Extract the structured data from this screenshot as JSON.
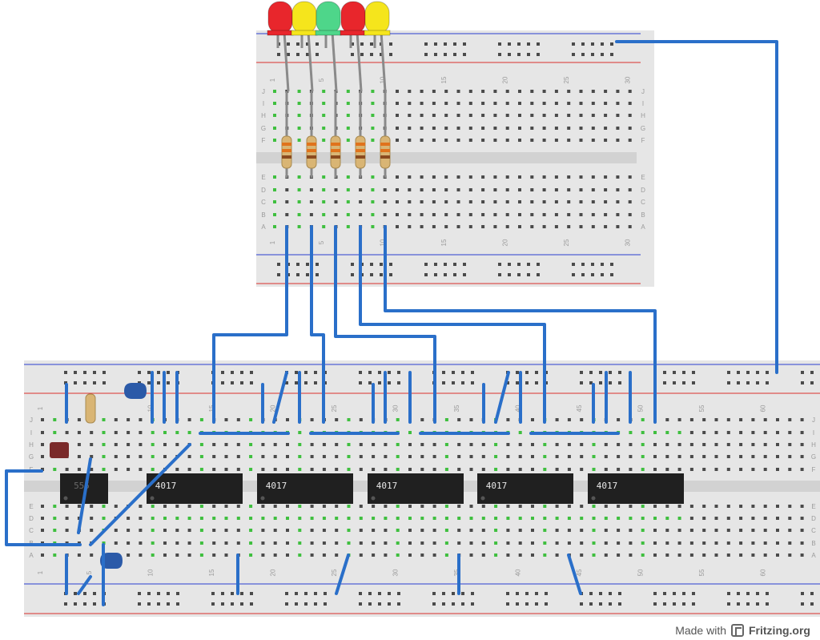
{
  "top_breadboard": {
    "row_letters": [
      "J",
      "I",
      "H",
      "G",
      "F",
      "E",
      "D",
      "C",
      "B",
      "A"
    ],
    "column_numbers": [
      "1",
      "5",
      "10",
      "15",
      "20",
      "25",
      "30"
    ]
  },
  "bottom_breadboard": {
    "row_letters": [
      "J",
      "I",
      "H",
      "G",
      "F",
      "E",
      "D",
      "C",
      "B",
      "A"
    ],
    "column_numbers": [
      "1",
      "5",
      "10",
      "15",
      "20",
      "25",
      "30",
      "35",
      "40",
      "45",
      "50",
      "55",
      "60"
    ]
  },
  "leds": [
    {
      "color": "red",
      "hex": "#e8262c"
    },
    {
      "color": "yellow",
      "hex": "#f5e51c"
    },
    {
      "color": "green",
      "hex": "#4ed68a"
    },
    {
      "color": "red",
      "hex": "#e8262c"
    },
    {
      "color": "yellow",
      "hex": "#f5e51c"
    }
  ],
  "chips": [
    {
      "label": "555"
    },
    {
      "label": "4017"
    },
    {
      "label": "4017"
    },
    {
      "label": "4017"
    },
    {
      "label": "4017"
    },
    {
      "label": "4017"
    }
  ],
  "colors": {
    "wire": "#2a6fc9",
    "board": "#e6e6e6",
    "rail_red": "#d9302c",
    "rail_blue": "#2b3fd0",
    "hole": "#4a4a4a",
    "connected_hole": "#3fbf3f"
  },
  "footer": {
    "made_with": "Made with",
    "brand": "Fritzing.org"
  }
}
